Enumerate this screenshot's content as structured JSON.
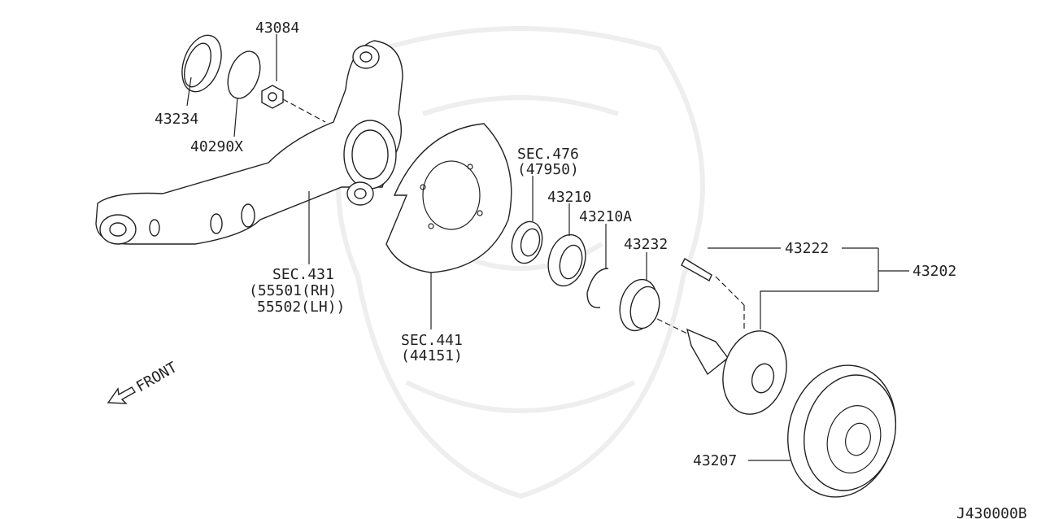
{
  "diagram_id": "J430000B",
  "front_label": "FRONT",
  "parts": {
    "p43084": "43084",
    "p43234": "43234",
    "p40290x": "40290X",
    "sec431": "SEC.431",
    "sec431_rh": "(55501(RH)",
    "sec431_lh": "55502(LH))",
    "sec441": "SEC.441",
    "sec441_sub": "(44151)",
    "sec476": "SEC.476",
    "sec476_sub": "(47950)",
    "p43210": "43210",
    "p43210a": "43210A",
    "p43232": "43232",
    "p43222": "43222",
    "p43202": "43202",
    "p43207": "43207"
  },
  "colors": {
    "line": "#222222",
    "watermark": "#eeeeee",
    "background": "#ffffff"
  }
}
